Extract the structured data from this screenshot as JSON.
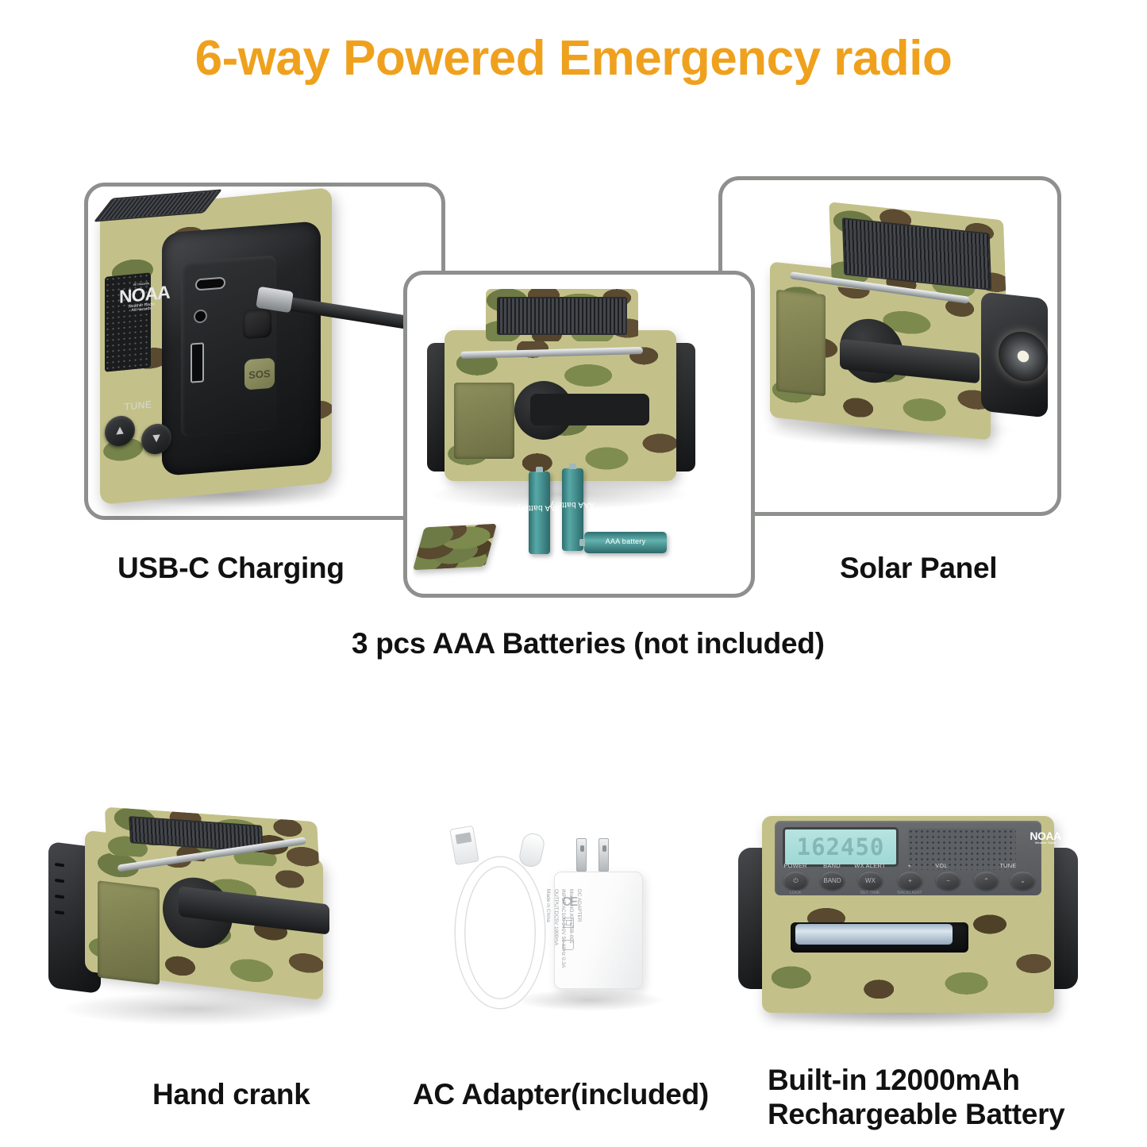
{
  "title": "6-way Powered Emergency radio",
  "brand_color": "#efa11e",
  "frame_color": "#8e908d",
  "panels": [
    {
      "id": "usbc",
      "caption": "USB-C Charging",
      "device": {
        "brand_logo": "NOAA",
        "logo_top_line": "All Hazards",
        "logo_sub_line": "Weather Radio",
        "logo_sub_line2": "All Hazards",
        "tune_label": "TUNE",
        "tune_up_icon": "▲",
        "tune_down_icon": "▼",
        "sos_label": "SOS",
        "ports": [
          "usb-c",
          "headphone-jack",
          "usb-a"
        ],
        "cable": "usb-c-cable"
      }
    },
    {
      "id": "aaa",
      "caption": "3 pcs AAA Batteries  (not included)",
      "device": {
        "battery_label": "AAA battery",
        "battery_count": 3,
        "components": [
          "solar-panel",
          "telescopic-antenna",
          "hand-crank",
          "battery-door",
          "battery-cover"
        ]
      }
    },
    {
      "id": "solar",
      "caption": "Solar Panel",
      "device": {
        "components": [
          "solar-panel-lid",
          "telescopic-antenna",
          "hand-crank-handle",
          "flashlight",
          "battery-door"
        ]
      }
    }
  ],
  "bottom_panels": [
    {
      "id": "crank",
      "caption": "Hand crank",
      "device": {
        "components": [
          "solar-panel",
          "telescopic-antenna",
          "crank-handle",
          "side-buttons"
        ]
      }
    },
    {
      "id": "ac-adapter",
      "caption": "AC Adapter(included)",
      "adapter": {
        "line1": "DC  ADAPTER",
        "line2": "Model NO.KH-USB-001",
        "line3": "INPUT:AC100-240V  50-60Hz  0.3A",
        "line4": "OUTPUT:DC5V  1000mA",
        "line5": "Made in China",
        "ce_mark": "CE",
        "cable": [
          "usb-a-connector",
          "usb-c-connector"
        ]
      }
    },
    {
      "id": "built-in-battery",
      "caption_line1": "Built-in 12000mAh",
      "caption_line2": "Rechargeable Battery",
      "control_panel": {
        "lcd_value": "162450",
        "brand_logo": "NOAA",
        "logo_sub": "Weather Radio",
        "buttons": [
          {
            "label": "POWER",
            "glyph": "⏻",
            "sublabel": "LOCK"
          },
          {
            "label": "BAND",
            "glyph": "BAND",
            "sublabel": ""
          },
          {
            "label": "WX ALERT",
            "glyph": "WX",
            "sublabel": "SET TIME"
          },
          {
            "label": "+",
            "glyph": "+",
            "sublabel": "BACKLIGHT"
          },
          {
            "label": "VOL",
            "glyph": "−",
            "sublabel": ""
          },
          {
            "label": "",
            "glyph": "⌃",
            "sublabel": ""
          },
          {
            "label": "TUNE",
            "glyph": "⌄",
            "sublabel": ""
          }
        ],
        "vol_label": "VOL",
        "tune_label": "TUNE"
      }
    }
  ]
}
